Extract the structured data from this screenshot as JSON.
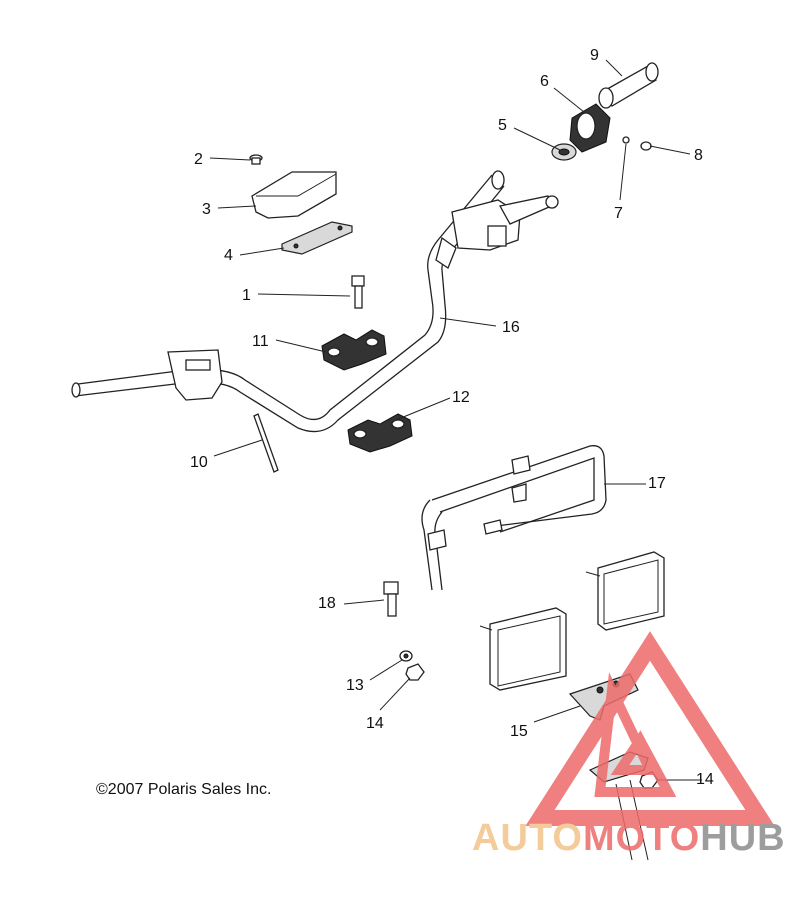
{
  "callouts": {
    "c1": "1",
    "c2": "2",
    "c3": "3",
    "c4": "4",
    "c5": "5",
    "c6": "6",
    "c7": "7",
    "c8": "8",
    "c9": "9",
    "c10": "10",
    "c11": "11",
    "c12": "12",
    "c13": "13",
    "c14a": "14",
    "c14b": "14",
    "c15": "15",
    "c16": "16",
    "c17": "17",
    "c18": "18"
  },
  "copyright": "©2007 Polaris Sales Inc.",
  "watermark": {
    "part1": "AUTO",
    "part2": "MOTO",
    "part3": "HUB",
    "color_light": "#f3c48a",
    "color_red": "#ee6b6b",
    "color_grey": "#8c8c8c"
  }
}
